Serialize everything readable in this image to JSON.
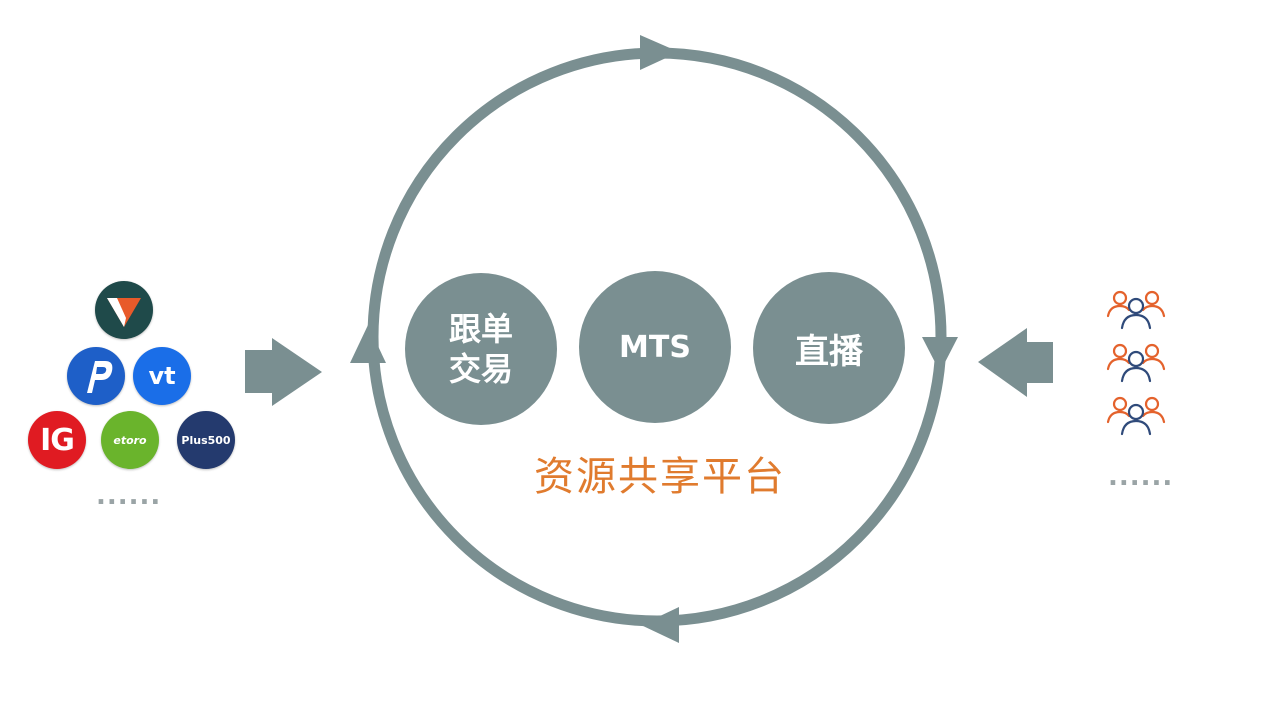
{
  "colors": {
    "primary": "#7a8f91",
    "accent_orange": "#e07b2e",
    "icon_orange": "#e4622c",
    "icon_navy": "#2f4a7a",
    "ellipsis": "#9aa4a6"
  },
  "center_nodes": [
    {
      "label": "跟单\n交易"
    },
    {
      "label": "MTS"
    },
    {
      "label": "直播"
    }
  ],
  "platform_caption": "资源共享平台",
  "brokers": [
    {
      "text": "V",
      "bg": "#1f4a4a",
      "fg": "#e85a2a"
    },
    {
      "text": "P",
      "bg": "#1e5fc8",
      "fg": "#ffffff"
    },
    {
      "text": "vt",
      "bg": "#1a6ee8",
      "fg": "#ffffff"
    },
    {
      "text": "IG",
      "bg": "#e01b22",
      "fg": "#ffffff"
    },
    {
      "text": "etoro",
      "bg": "#6ab42c",
      "fg": "#ffffff"
    },
    {
      "text": "Plus500",
      "bg": "#243a6e",
      "fg": "#ffffff"
    }
  ],
  "left_more": "......",
  "right_more": "......",
  "user_groups": [
    {
      "icon": "users-group-icon"
    },
    {
      "icon": "users-group-icon"
    },
    {
      "icon": "users-group-icon"
    }
  ]
}
